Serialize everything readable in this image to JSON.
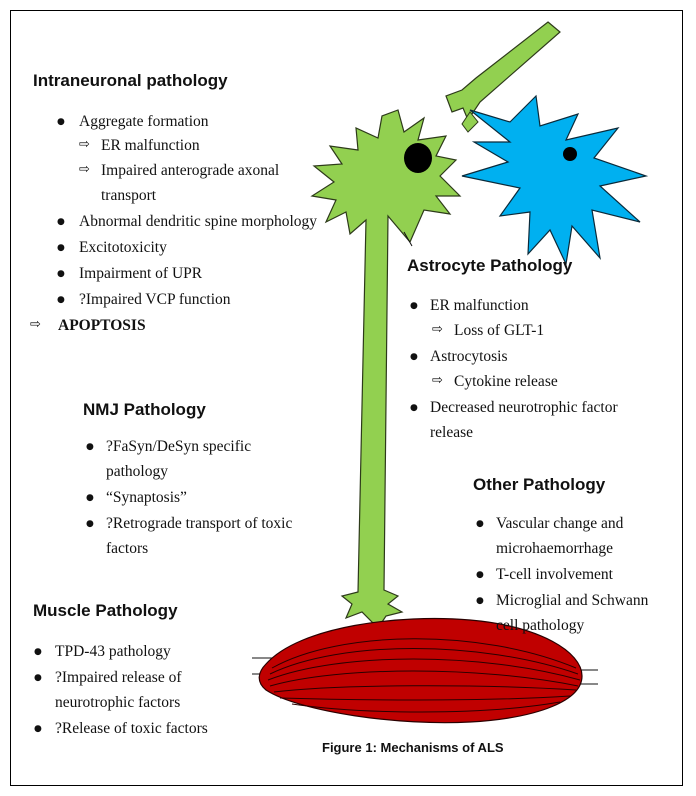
{
  "intraneuronal": {
    "heading": "Intraneuronal pathology",
    "items": [
      "Aggregate formation",
      "ER malfunction",
      "Impaired anterograde axonal",
      "transport",
      "Abnormal dendritic spine morphology",
      "Excitotoxicity",
      "Impairment of UPR",
      "?Impaired VCP function"
    ],
    "outcome": "APOPTOSIS"
  },
  "astrocyte": {
    "heading": "Astrocyte Pathology",
    "items": [
      "ER malfunction",
      "Loss of GLT-1",
      "Astrocytosis",
      "Cytokine release",
      "Decreased neurotrophic factor",
      "release"
    ]
  },
  "nmj": {
    "heading": "NMJ Pathology",
    "items": [
      "?FaSyn/DeSyn specific",
      "pathology",
      "“Synaptosis”",
      "?Retrograde transport of toxic",
      "factors"
    ]
  },
  "other": {
    "heading": "Other Pathology",
    "items": [
      "Vascular change and",
      "microhaemorrhage",
      "T-cell involvement",
      "Microglial and Schwann",
      "cell pathology"
    ]
  },
  "muscle": {
    "heading": "Muscle Pathology",
    "items": [
      "TPD-43 pathology",
      "?Impaired release of",
      "neurotrophic factors",
      "?Release of toxic factors"
    ]
  },
  "caption": "Figure 1: Mechanisms of ALS",
  "colors": {
    "neuron": "#92d050",
    "astrocyte": "#00b0f0",
    "muscle": "#c00000"
  }
}
